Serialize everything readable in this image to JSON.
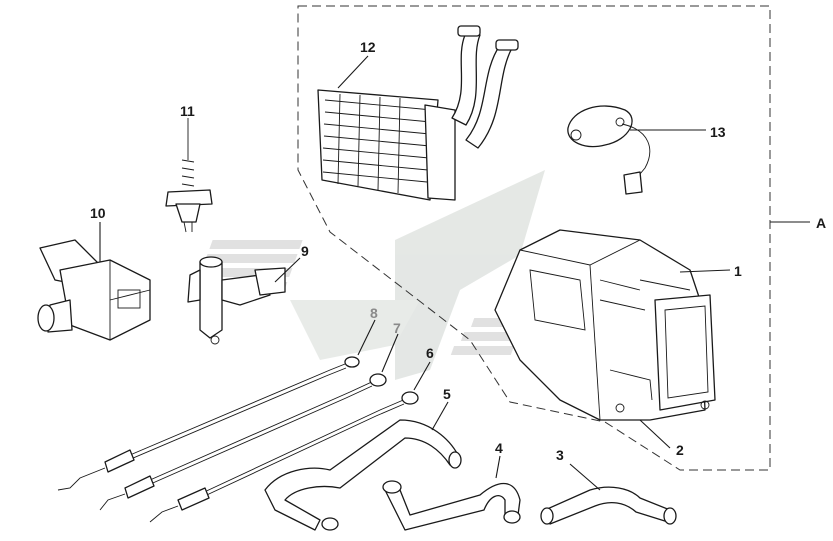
{
  "diagram": {
    "callouts": [
      {
        "id": "1",
        "label": "1"
      },
      {
        "id": "2",
        "label": "2"
      },
      {
        "id": "3",
        "label": "3"
      },
      {
        "id": "4",
        "label": "4"
      },
      {
        "id": "5",
        "label": "5"
      },
      {
        "id": "6",
        "label": "6"
      },
      {
        "id": "7",
        "label": "7"
      },
      {
        "id": "8",
        "label": "8"
      },
      {
        "id": "9",
        "label": "9"
      },
      {
        "id": "10",
        "label": "10"
      },
      {
        "id": "11",
        "label": "11"
      },
      {
        "id": "12",
        "label": "12"
      },
      {
        "id": "13",
        "label": "13"
      },
      {
        "id": "A",
        "label": "A"
      }
    ],
    "colors": {
      "line": "#1a1a1a",
      "watermark": "#cfd5d0",
      "watermark_stripes": "#c9c9c9"
    }
  }
}
